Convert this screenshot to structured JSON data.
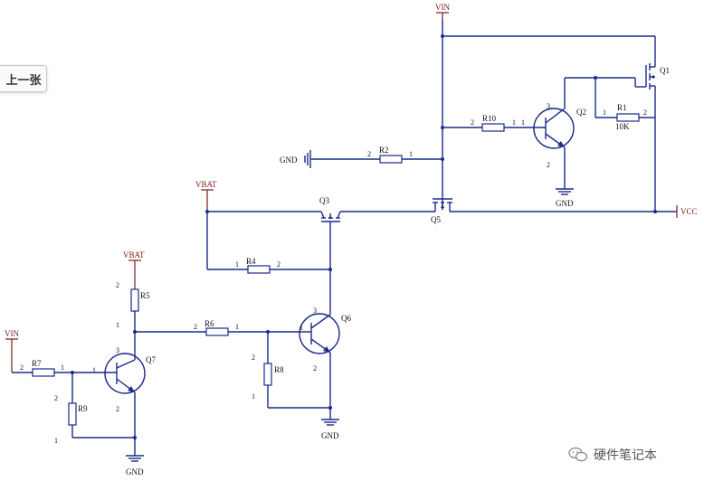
{
  "nav": {
    "prev_label": "上一张"
  },
  "watermark": {
    "text": "硬件笔记本",
    "icon": "wechat-icon"
  },
  "nets": {
    "vin_top": "VIN",
    "vin_left": "VIN",
    "vbat_top": "VBAT",
    "vbat_mid": "VBAT",
    "vcc": "VCC",
    "gnd_r2": "GND",
    "gnd_q2": "GND",
    "gnd_q6": "GND",
    "gnd_q7": "GND"
  },
  "components": {
    "q1": "Q1",
    "q2": "Q2",
    "q3": "Q3",
    "q5": "Q5",
    "q6": "Q6",
    "q7": "Q7",
    "r1": "R1",
    "r1_value": "10K",
    "r2": "R2",
    "r4": "R4",
    "r5": "R5",
    "r6": "R6",
    "r7": "R7",
    "r8": "R8",
    "r9": "R9",
    "r10": "R10"
  },
  "pins": {
    "p1": "1",
    "p2": "2",
    "p3": "3"
  }
}
